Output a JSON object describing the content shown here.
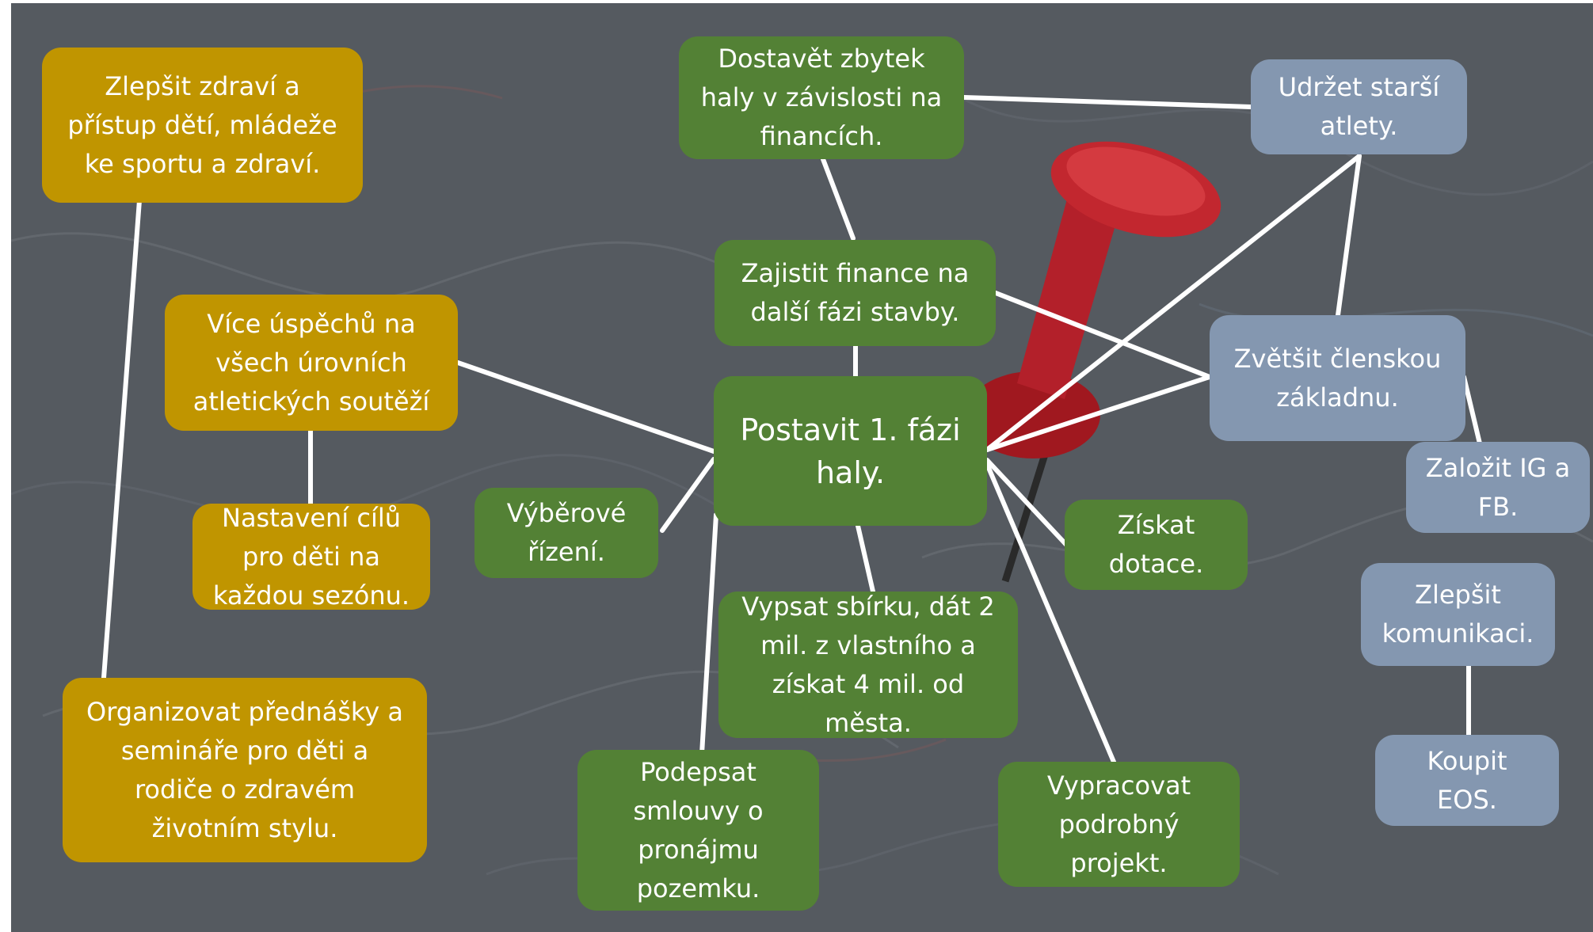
{
  "colors": {
    "gold": "#c09500",
    "green": "#538135",
    "blue": "#8497b0",
    "connector": "#ffffff",
    "background": "#555a60",
    "pin": "#b3202a"
  },
  "nodes": {
    "zlepsit_zdravi": "Zlepšit zdraví a\npřístup dětí, mládeže\nke sportu a zdraví.",
    "vice_uspechu": "Více úspěchů na\nvšech úrovních\natletických soutěží",
    "nastaveni_cilu": "Nastavení cílů\npro děti na\nkaždou sezónu.",
    "organizovat": "Organizovat přednášky a\nsemináře pro děti a\nrodiče o zdravém\nživotním stylu.",
    "dostavet": "Dostavět zbytek\nhaly v závislosti na\nfinancích.",
    "zajistit_finance": "Zajistit finance na\ndalší fázi stavby.",
    "postavit": "Postavit 1. fázi\nhaly.",
    "vyberove": "Výběrové\nřízení.",
    "vypsat": "Vypsat sbírku, dát 2\nmil. z vlastního a\nzískat 4 mil. od\nměsta.",
    "podepsat": "Podepsat\nsmlouvy o\npronájmu\npozemku.",
    "ziskat_dotace": "Získat\ndotace.",
    "vypracovat": "Vypracovat\npodrobný\nprojekt.",
    "udrzet": "Udržet starší\natlety.",
    "zvetsit": "Zvětšit členskou\nzákladnu.",
    "zalozit": "Založit IG a\nFB.",
    "komunikace": "Zlepšit\nkomunikaci.",
    "koupit": "Koupit\nEOS."
  }
}
